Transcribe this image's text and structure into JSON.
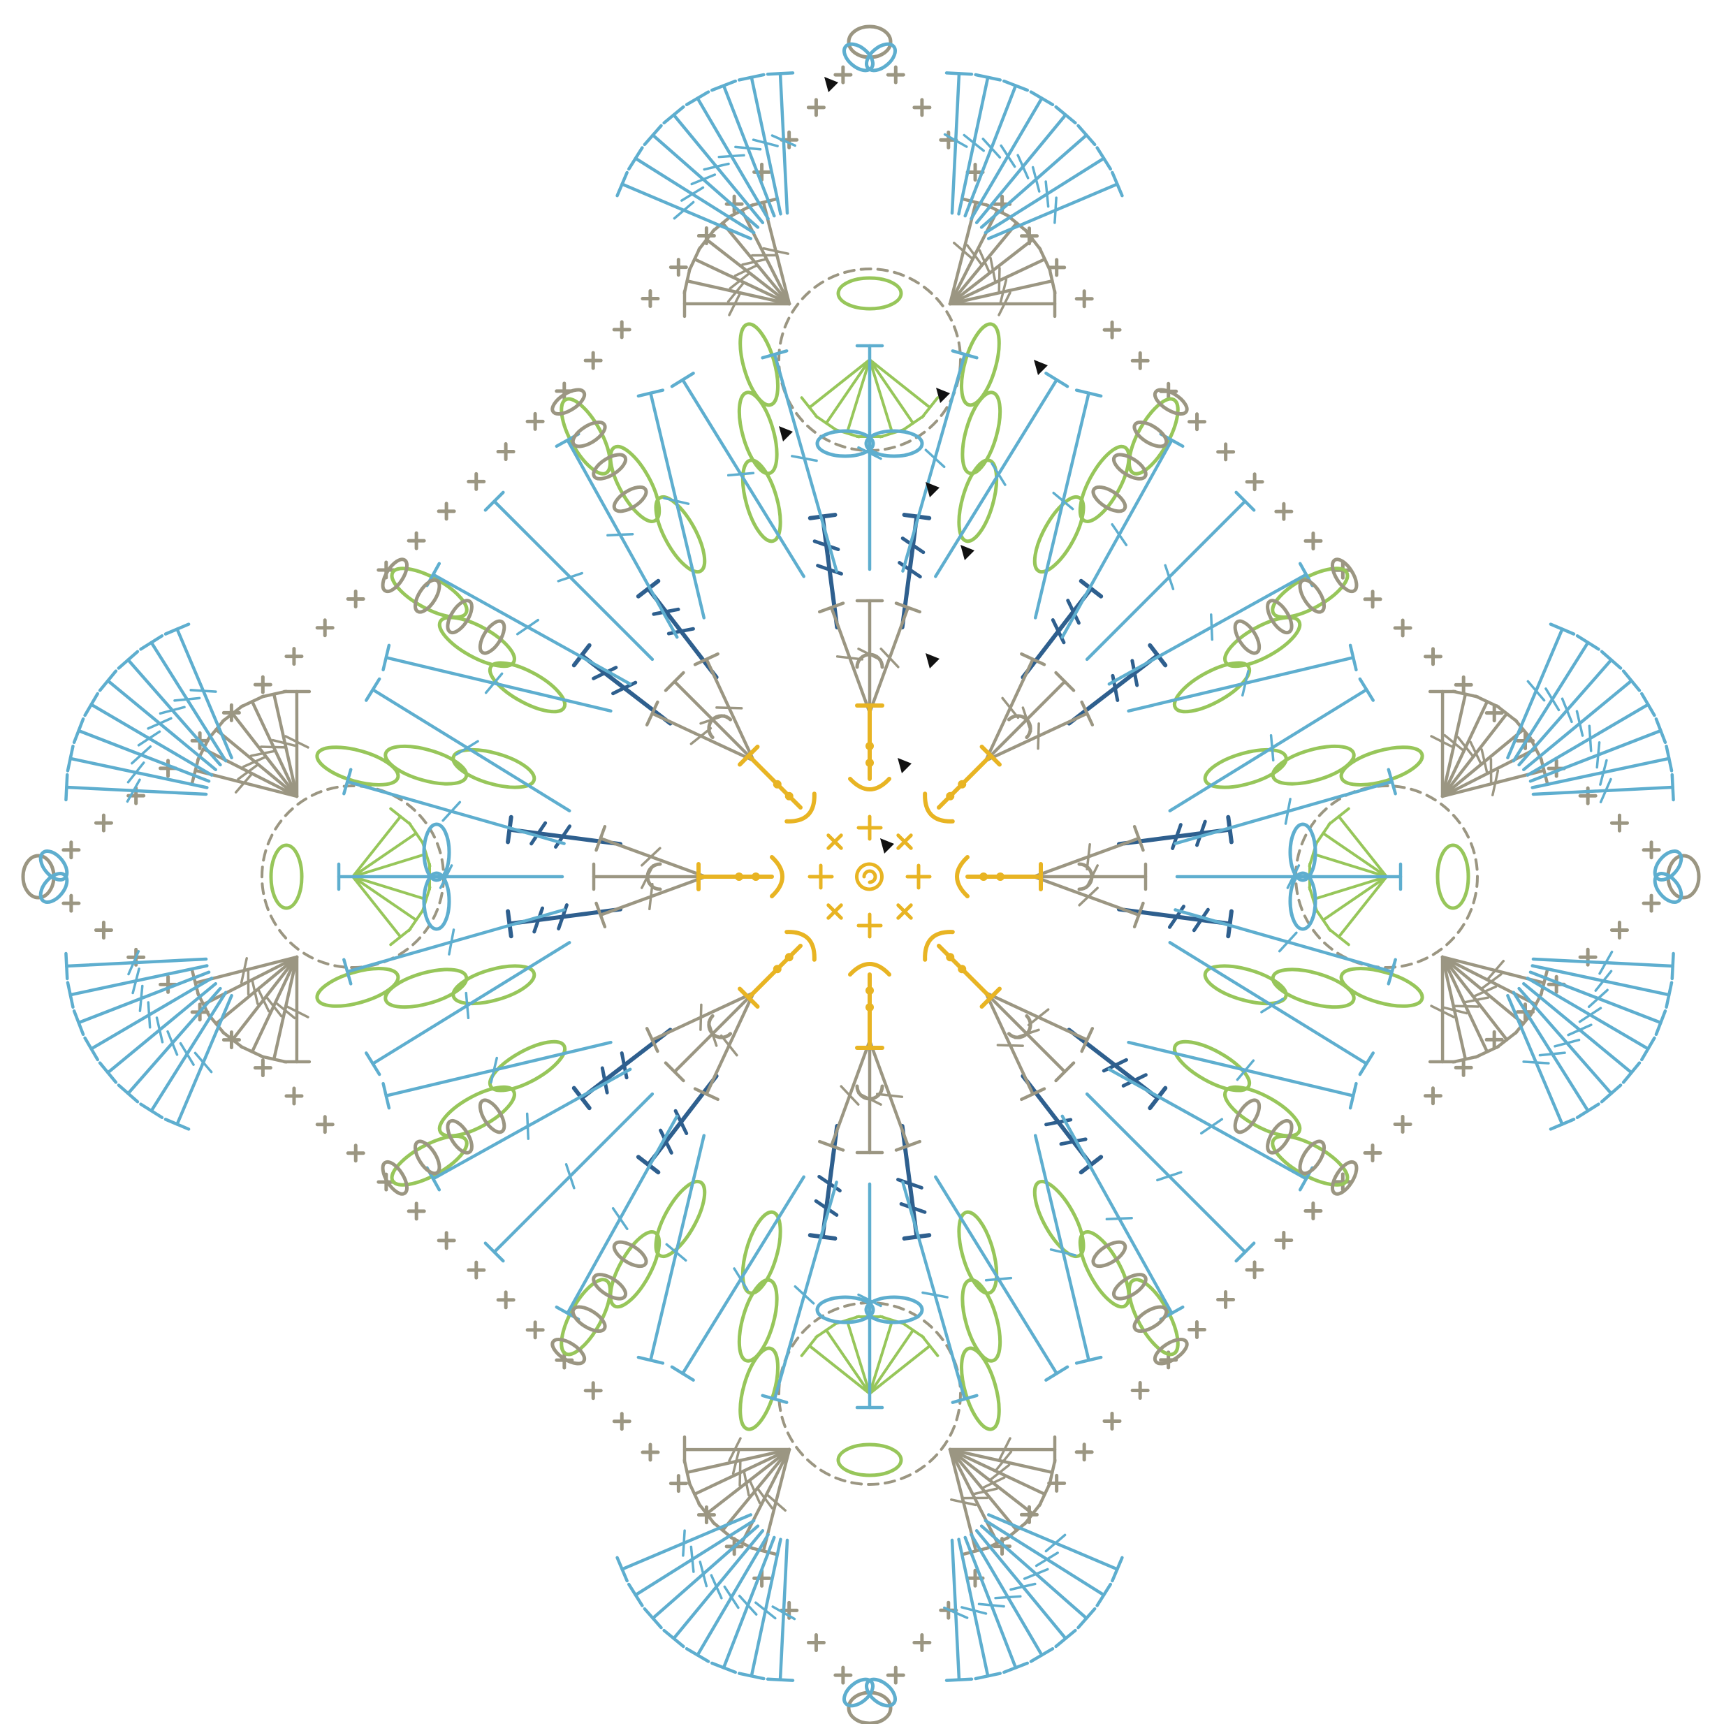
{
  "diagram": {
    "kind": "crochet-square-chart",
    "text_labels": [],
    "colors": {
      "background": "#ffffff",
      "round_center": "#e8b423",
      "round_taupe": "#9b9682",
      "round_navy": "#2e5f8e",
      "round_lime": "#97c65a",
      "round_sky": "#5eaecf",
      "marker": "#111111"
    },
    "legend_symbols": [
      {
        "symbol": "magic-ring",
        "color": "round_center"
      },
      {
        "symbol": "single-crochet",
        "color": "round_taupe"
      },
      {
        "symbol": "half-double-crochet",
        "color": "round_center"
      },
      {
        "symbol": "double-crochet",
        "color": "round_navy"
      },
      {
        "symbol": "treble-crochet",
        "color": "round_sky"
      },
      {
        "symbol": "chain-loop",
        "color": "round_lime"
      },
      {
        "symbol": "slip-stitch-marker",
        "color": "marker"
      }
    ],
    "rounds": [
      {
        "round": 1,
        "color": "round_center",
        "repeats": 8
      },
      {
        "round": 2,
        "color": "round_taupe",
        "repeats": 8
      },
      {
        "round": 3,
        "color": "round_navy",
        "repeats": 16
      },
      {
        "round": 4,
        "color": "round_lime",
        "repeats": 16
      },
      {
        "round": 5,
        "color": "round_taupe",
        "repeats": 4
      },
      {
        "round": 6,
        "color": "round_sky",
        "repeats": 4
      },
      {
        "round": 7,
        "color": "round_taupe",
        "repeats": 4
      }
    ]
  }
}
